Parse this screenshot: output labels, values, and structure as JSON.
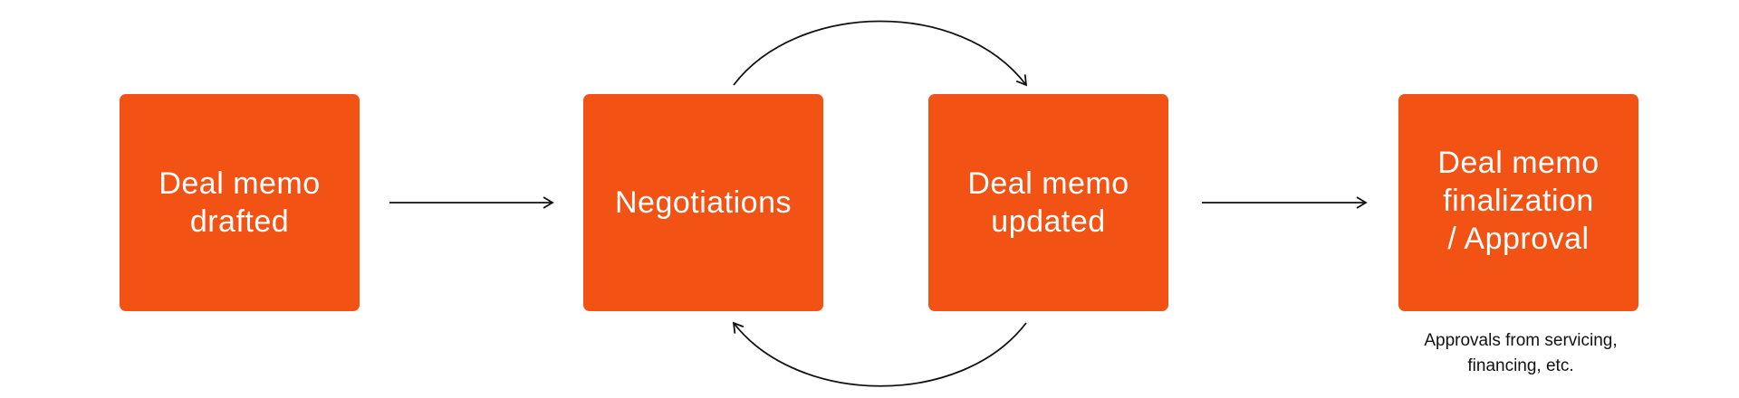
{
  "colors": {
    "box_fill": "#f25214",
    "box_text": "#ffffff",
    "line": "#111111",
    "background": "#ffffff"
  },
  "steps": [
    {
      "label": "Deal memo\ndrafted"
    },
    {
      "label": "Negotiations"
    },
    {
      "label": "Deal memo\nupdated"
    },
    {
      "label": "Deal memo\nfinalization\n/ Approval"
    }
  ],
  "note": "Approvals from servicing,\nfinancing, etc."
}
